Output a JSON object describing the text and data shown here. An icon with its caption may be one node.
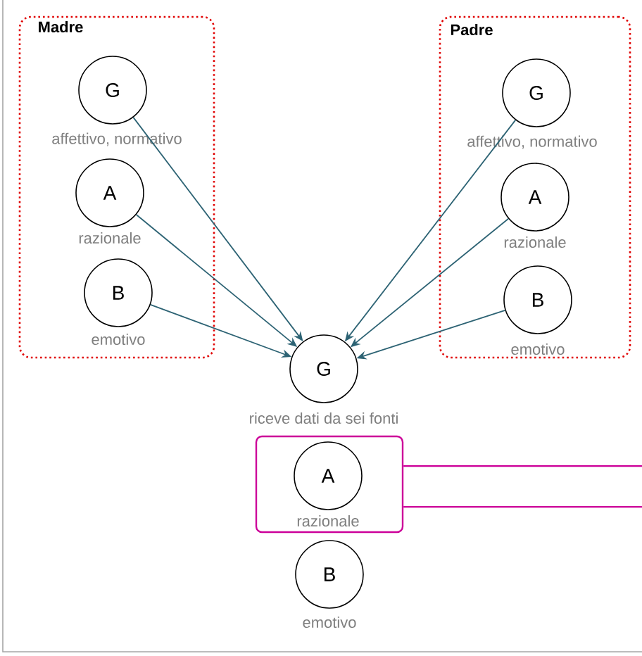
{
  "diagram": {
    "nodes": [
      {
        "text": [
          "Madre"
        ]
      },
      {
        "text": [
          "G"
        ],
        "beside": [
          "affettivo, normativo"
        ],
        "in": 0
      },
      {
        "text": [
          "A"
        ],
        "beside": [
          "razionale"
        ],
        "in": 0
      },
      {
        "text": [
          "B"
        ],
        "beside": [
          "emotivo"
        ],
        "in": 0
      },
      {
        "text": [
          "Padre"
        ]
      },
      {
        "text": [
          "G"
        ],
        "beside": [
          "affettivo, normativo"
        ],
        "in": 4
      },
      {
        "text": [
          "A"
        ],
        "beside": [
          "razionale"
        ],
        "in": 4
      },
      {
        "text": [
          "B"
        ],
        "beside": [
          "emotivo"
        ],
        "in": 4
      },
      {
        "text": [
          "G"
        ],
        "beside": [
          "riceve dati da sei fonti"
        ]
      },
      {
        "text": [],
        "shape": "box"
      },
      {
        "text": [
          "A"
        ],
        "beside": [
          "razionale"
        ],
        "in": 9
      },
      {
        "text": [
          "B"
        ],
        "beside": [
          "emotivo"
        ]
      }
    ],
    "edges": [
      {
        "from": 1,
        "to": 8,
        "arrow": "to"
      },
      {
        "from": 2,
        "to": 8,
        "arrow": "to"
      },
      {
        "from": 3,
        "to": 8,
        "arrow": "to"
      },
      {
        "from": 5,
        "to": 8,
        "arrow": "to"
      },
      {
        "from": 6,
        "to": 8,
        "arrow": "to"
      },
      {
        "from": 7,
        "to": 8,
        "arrow": "to"
      },
      {
        "from": 9,
        "to": null,
        "arrow": "none",
        "color": "#cc0099"
      },
      {
        "from": 9,
        "to": null,
        "arrow": "none",
        "color": "#cc0099"
      }
    ]
  }
}
